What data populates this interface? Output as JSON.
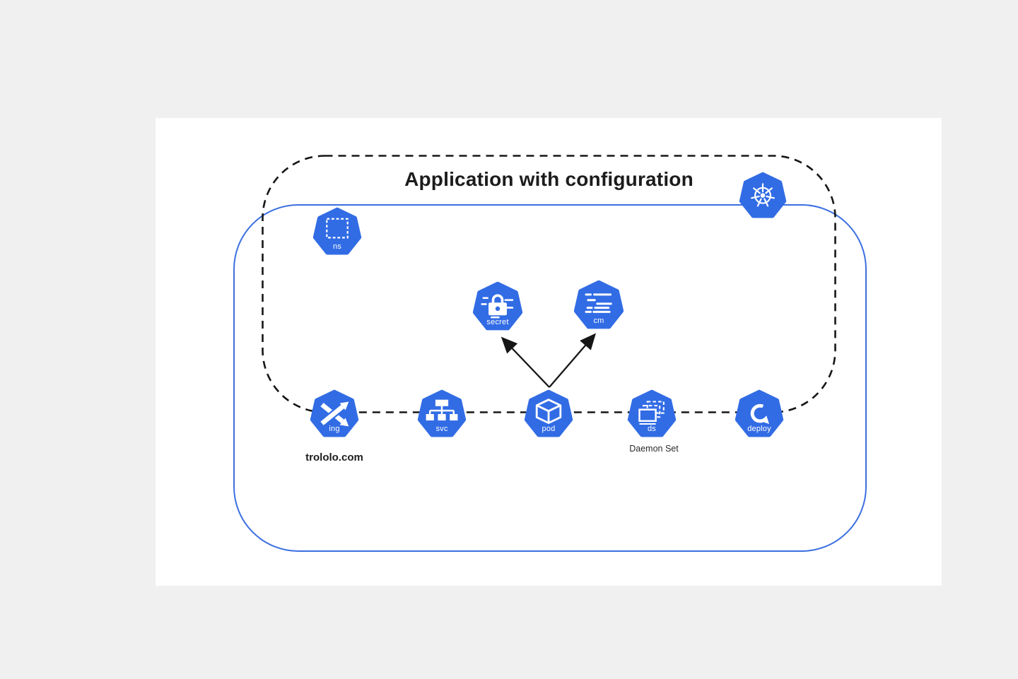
{
  "title": "Application with configuration",
  "colors": {
    "background": "#f0f0f0",
    "canvas": "#ffffff",
    "kubernetes_blue": "#326ce5",
    "cluster_border_blue": "#3b6fe0",
    "dashed_border": "#161616",
    "arrow": "#161616",
    "title_text": "#1c1c1c"
  },
  "cluster": {
    "logo_icon": "kubernetes-helm-wheel-icon"
  },
  "nodes": [
    {
      "id": "ns",
      "label": "ns",
      "kind": "namespace",
      "icon": "namespace-dashed-box-icon"
    },
    {
      "id": "secret",
      "label": "secret",
      "kind": "secret",
      "icon": "padlock-icon"
    },
    {
      "id": "cm",
      "label": "cm",
      "kind": "configmap",
      "icon": "config-lines-icon"
    },
    {
      "id": "ing",
      "label": "ing",
      "kind": "ingress",
      "icon": "crossing-arrows-icon",
      "caption": "trololo.com"
    },
    {
      "id": "svc",
      "label": "svc",
      "kind": "service",
      "icon": "network-tree-icon"
    },
    {
      "id": "pod",
      "label": "pod",
      "kind": "pod",
      "icon": "cube-icon"
    },
    {
      "id": "ds",
      "label": "ds",
      "kind": "daemonset",
      "icon": "stacked-rects-icon",
      "caption": "Daemon Set"
    },
    {
      "id": "deploy",
      "label": "deploy",
      "kind": "deployment",
      "icon": "circular-arrow-icon"
    }
  ],
  "edges": [
    {
      "from": "pod",
      "to": "secret"
    },
    {
      "from": "pod",
      "to": "cm"
    }
  ]
}
